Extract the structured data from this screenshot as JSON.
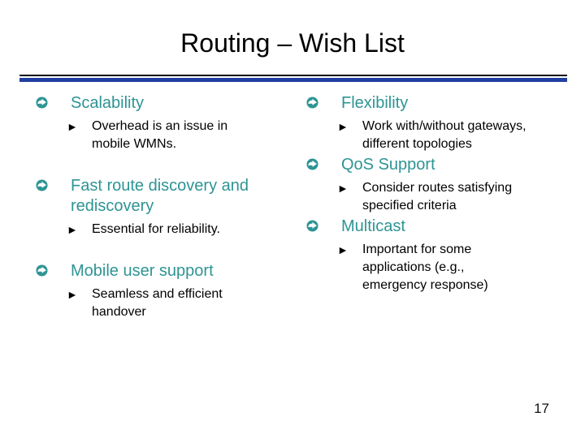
{
  "title": "Routing – Wish List",
  "page_number": "17",
  "icons": {
    "heading_bullet": "circle-right-arrow",
    "sub_bullet": "►"
  },
  "colors": {
    "heading_teal": "#2E9494",
    "divider_blue": "#1F3FA0",
    "divider_dark": "#0A0A14",
    "text": "#000000",
    "background": "#FFFFFF"
  },
  "columns": {
    "left": {
      "items": [
        {
          "heading": "Scalability",
          "detail": "Overhead is an issue in\nmobile WMNs."
        },
        {
          "heading": "Fast route discovery and\nrediscovery",
          "detail": "Essential for reliability."
        },
        {
          "heading": "Mobile user support",
          "detail": "Seamless and efficient\nhandover"
        }
      ]
    },
    "right": {
      "items": [
        {
          "heading": "Flexibility",
          "detail": "Work with/without gateways,\ndifferent topologies"
        },
        {
          "heading": "QoS Support",
          "detail": "Consider routes satisfying\nspecified criteria"
        },
        {
          "heading": "Multicast",
          "detail": "Important for some\napplications (e.g.,\nemergency response)"
        }
      ]
    }
  }
}
